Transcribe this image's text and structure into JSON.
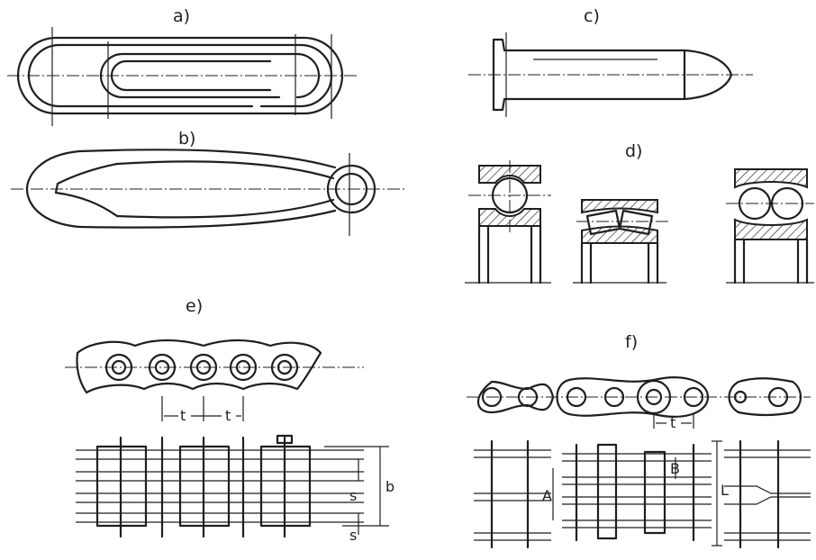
{
  "labels": {
    "a": "a)",
    "b": "b)",
    "c": "c)",
    "d": "d)",
    "e": "e)",
    "f": "f)"
  },
  "dims": {
    "e_t1": "t",
    "e_t2": "t",
    "e_s1": "s",
    "e_s2": "s",
    "e_b": "b",
    "f_t": "t",
    "f_B": "B",
    "f_A": "A",
    "f_L": "L"
  }
}
